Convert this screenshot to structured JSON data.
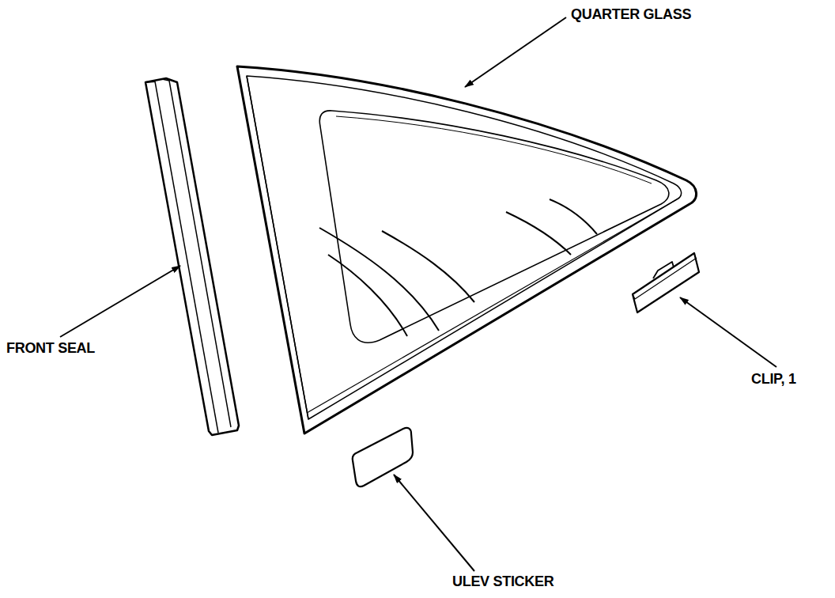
{
  "diagram": {
    "labels": [
      "QUARTER GLASS",
      "FRONT SEAL",
      "CLIP, 1",
      "ULEV STICKER"
    ]
  }
}
